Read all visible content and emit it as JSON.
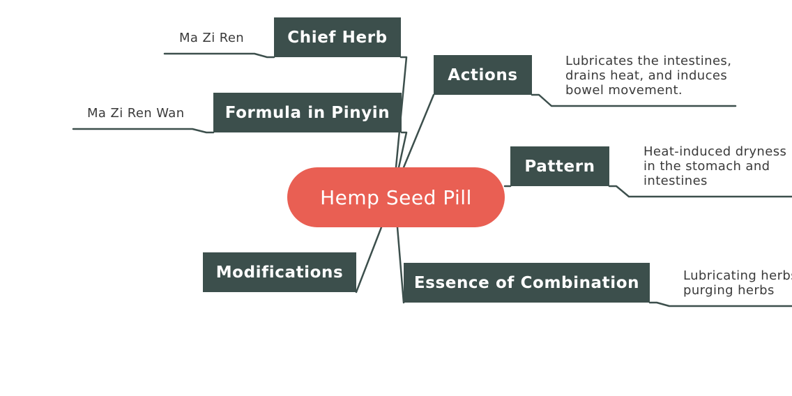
{
  "center": {
    "label": "Hemp Seed Pill"
  },
  "branches": {
    "chief_herb": {
      "label": "Chief Herb",
      "detail": [
        "Ma Zi Ren"
      ]
    },
    "formula_pinyin": {
      "label": "Formula in Pinyin",
      "detail": [
        "Ma Zi Ren Wan"
      ]
    },
    "modifications": {
      "label": "Modifications",
      "detail": []
    },
    "actions": {
      "label": "Actions",
      "detail": [
        "Lubricates the intestines,",
        "drains heat, and induces",
        "bowel movement."
      ]
    },
    "pattern": {
      "label": "Pattern",
      "detail": [
        "Heat-induced dryness",
        "in the stomach and",
        "intestines"
      ]
    },
    "essence": {
      "label": "Essence of Combination",
      "detail": [
        "Lubricating herbs",
        "purging herbs"
      ]
    }
  },
  "colors": {
    "center_fill": "#e95f53",
    "branch_fill": "#3c4f4c",
    "connector": "#3c4f4c",
    "leaf_text": "#3a3a3a"
  }
}
